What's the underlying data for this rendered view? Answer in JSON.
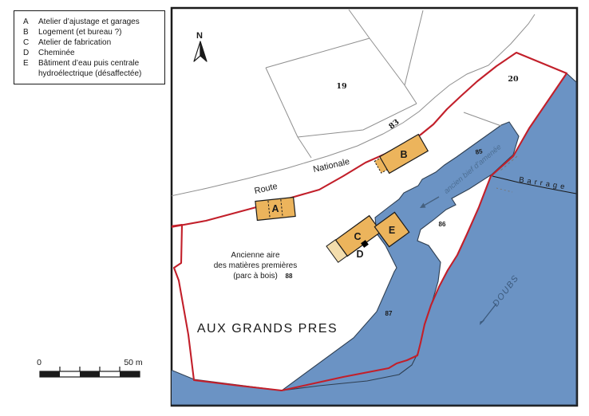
{
  "legend": {
    "items": [
      {
        "key": "A",
        "label": "Atelier d’ajustage et garages"
      },
      {
        "key": "B",
        "label": "Logement (et bureau ?)"
      },
      {
        "key": "C",
        "label": "Atelier de fabrication"
      },
      {
        "key": "D",
        "label": "Cheminée"
      },
      {
        "key": "E",
        "label": "Bâtiment d’eau puis centrale hydroélectrique (désaffectée)"
      }
    ]
  },
  "map": {
    "north_label": "N",
    "road": {
      "word1": "Route",
      "word2": "Nationale"
    },
    "parcels": {
      "p19": "19",
      "p20": "20",
      "p83": "83",
      "p85": "85",
      "p86": "86",
      "p87": "87",
      "p88": "88"
    },
    "buildings": {
      "a": "A",
      "b": "B",
      "c": "C",
      "d": "D",
      "e": "E"
    },
    "labels": {
      "bief": "ancien bief d’amenée",
      "barrage": "Barrage",
      "doubs": "DOUBS",
      "area_line1": "Ancienne aire",
      "area_line2": "des matières premières",
      "area_line3": "(parc à bois)",
      "place": "AUX GRANDS PRES"
    },
    "colors": {
      "water": "#6B93C4",
      "water_edge": "#2F3F52",
      "building_orange": "#ECB45C",
      "building_pale": "#F3DDAD",
      "boundary_red": "#C21F2A",
      "parcel_gray": "#8F8F8F"
    }
  },
  "scale_bar": {
    "start": "0",
    "end": "50 m"
  }
}
